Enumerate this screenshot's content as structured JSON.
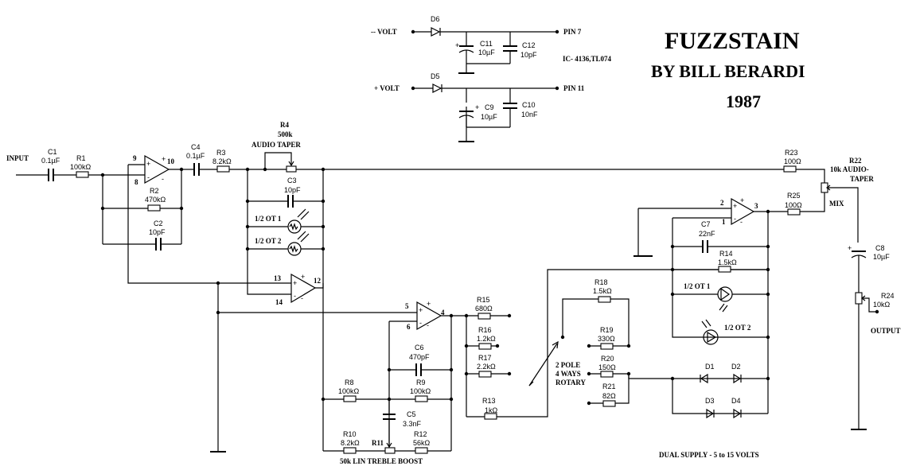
{
  "title": {
    "line1": "FUZZSTAIN",
    "line2": "BY BILL BERARDI",
    "line3": "1987"
  },
  "ic_note": "IC- 4136,TL074",
  "supply_note": "DUAL SUPPLY - 5 to 15 VOLTS",
  "power": {
    "neg_volt": "-- VOLT",
    "pos_volt": "+ VOLT",
    "pin7": "PIN 7",
    "pin11": "PIN 11",
    "d6": "D6",
    "d5": "D5",
    "c11": {
      "name": "C11",
      "value": "10µF"
    },
    "c12": {
      "name": "C12",
      "value": "10pF"
    },
    "c9": {
      "name": "C9",
      "value": "10µF"
    },
    "c10": {
      "name": "C10",
      "value": "10nF"
    }
  },
  "io": {
    "input": "INPUT",
    "output": "OUTPUT",
    "mix": "MIX"
  },
  "parts": {
    "c1": {
      "name": "C1",
      "value": "0.1µF"
    },
    "r1": {
      "name": "R1",
      "value": "100kΩ"
    },
    "r2": {
      "name": "R2",
      "value": "470kΩ"
    },
    "c2": {
      "name": "C2",
      "value": "10pF"
    },
    "c4": {
      "name": "C4",
      "value": "0.1µF"
    },
    "r3": {
      "name": "R3",
      "value": "8.2kΩ"
    },
    "r4": {
      "name": "R4",
      "value": "500k",
      "taper": "AUDIO TAPER"
    },
    "c3": {
      "name": "C3",
      "value": "10pF"
    },
    "ot1a": "1/2 OT 1",
    "ot2a": "1/2 OT 2",
    "r23": {
      "name": "R23",
      "value": "100Ω"
    },
    "r22": {
      "name": "R22",
      "value": "10k AUDIO-",
      "value2": "TAPER"
    },
    "r25": {
      "name": "R25",
      "value": "100Ω"
    },
    "c7": {
      "name": "C7",
      "value": "22nF"
    },
    "r14": {
      "name": "R14",
      "value": "1.5kΩ"
    },
    "ot1b": "1/2 OT 1",
    "ot2b": "1/2 OT 2",
    "c8": {
      "name": "C8",
      "value": "10µF"
    },
    "r24": {
      "name": "R24",
      "value": "10kΩ"
    },
    "r15": {
      "name": "R15",
      "value": "680Ω"
    },
    "r16": {
      "name": "R16",
      "value": "1.2kΩ"
    },
    "r17": {
      "name": "R17",
      "value": "2.2kΩ"
    },
    "r13": {
      "name": "R13",
      "value": "1kΩ"
    },
    "c6": {
      "name": "C6",
      "value": "470pF"
    },
    "r8": {
      "name": "R8",
      "value": "100kΩ"
    },
    "r9": {
      "name": "R9",
      "value": "100kΩ"
    },
    "c5": {
      "name": "C5",
      "value": "3.3nF"
    },
    "r10": {
      "name": "R10",
      "value": "8.2kΩ"
    },
    "r11": {
      "name": "R11"
    },
    "r12": {
      "name": "R12",
      "value": "56kΩ"
    },
    "treble": "50k LIN TREBLE BOOST",
    "r18": {
      "name": "R18",
      "value": "1.5kΩ"
    },
    "r19": {
      "name": "R19",
      "value": "330Ω"
    },
    "r20": {
      "name": "R20",
      "value": "150Ω"
    },
    "r21": {
      "name": "R21",
      "value": "82Ω"
    },
    "switch": {
      "l1": "2 POLE",
      "l2": "4 WAYS",
      "l3": "ROTARY"
    },
    "d1": "D1",
    "d2": "D2",
    "d3": "D3",
    "d4": "D4"
  },
  "pins": {
    "u1_in": "9",
    "u1_fb": "8",
    "u1_out": "10",
    "u2_in": "13",
    "u2_fb": "14",
    "u2_out": "12",
    "u3_in": "5",
    "u3_fb": "6",
    "u3_out": "4",
    "u4_in": "2",
    "u4_fb": "1",
    "u4_out": "3"
  }
}
